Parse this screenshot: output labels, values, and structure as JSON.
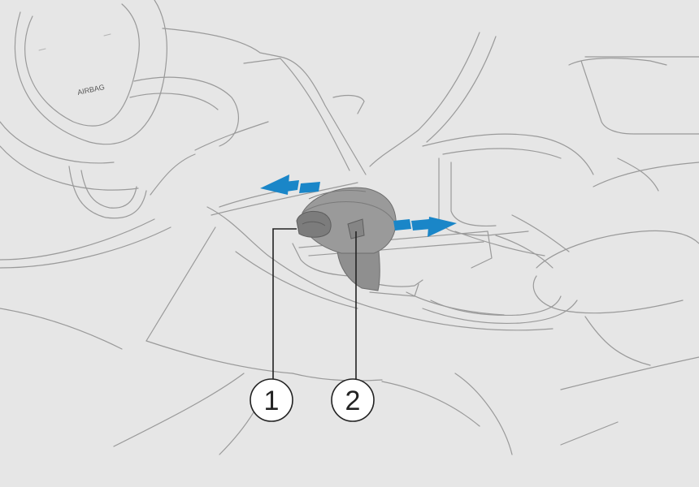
{
  "steering_wheel": {
    "label": "AIRBAG"
  },
  "callouts": [
    {
      "label": "1"
    },
    {
      "label": "2"
    }
  ],
  "colors": {
    "background": "#e6e6e6",
    "line": "#9a9a9a",
    "arrow": "#1a86c8",
    "selector": "#8c8c8c",
    "selector_dark": "#6e6e6e"
  }
}
